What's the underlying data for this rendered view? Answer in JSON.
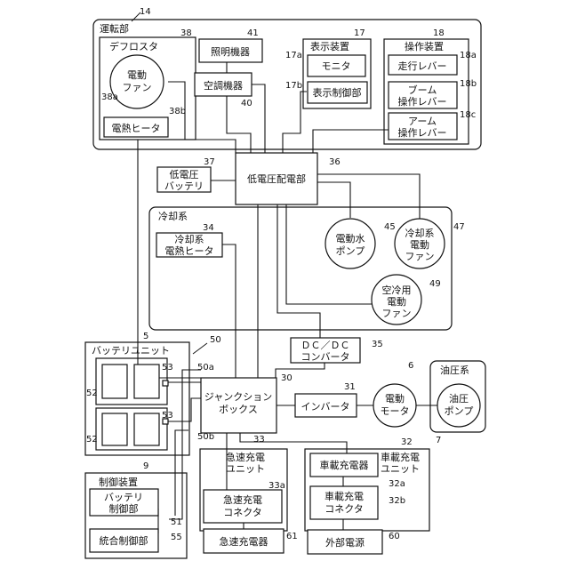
{
  "operator_unit": {
    "label": "運転部",
    "ref": "14"
  },
  "defroster": {
    "label": "デフロスタ",
    "ref": "38"
  },
  "electric_fan_38a": {
    "line1": "電動",
    "line2": "ファン",
    "ref": "38a"
  },
  "heater_38b": {
    "label": "電熱ヒータ",
    "ref": "38b"
  },
  "lighting": {
    "label": "照明機器",
    "ref": "41"
  },
  "aircon": {
    "label": "空調機器",
    "ref": "40"
  },
  "display_device": {
    "label": "表示装置",
    "ref": "17"
  },
  "monitor": {
    "label": "モニタ",
    "ref": "17a"
  },
  "display_controller": {
    "label": "表示制御部",
    "ref": "17b"
  },
  "operation_device": {
    "label": "操作装置",
    "ref": "18"
  },
  "travel_lever": {
    "label": "走行レバー",
    "ref": "18a"
  },
  "boom_lever": {
    "line1": "ブーム",
    "line2": "操作レバー",
    "ref": "18b"
  },
  "arm_lever": {
    "line1": "アーム",
    "line2": "操作レバー",
    "ref": "18c"
  },
  "lv_battery": {
    "line1": "低電圧",
    "line2": "バッテリ",
    "ref": "37"
  },
  "lv_distributor": {
    "label": "低電圧配電部",
    "ref": "36"
  },
  "cooling_system": {
    "label": "冷却系"
  },
  "cooling_heater": {
    "line1": "冷却系",
    "line2": "電熱ヒータ",
    "ref": "34"
  },
  "water_pump": {
    "line1": "電動水",
    "line2": "ポンプ",
    "ref": "45"
  },
  "cooling_fan": {
    "line1": "冷却系",
    "line2": "電動",
    "line3": "ファン",
    "ref": "47"
  },
  "ac_fan": {
    "line1": "空冷用",
    "line2": "電動",
    "line3": "ファン",
    "ref": "49"
  },
  "dcdc": {
    "line1": "ＤＣ／ＤＣ",
    "line2": "コンバータ",
    "ref": "35"
  },
  "battery_unit": {
    "label": "バッテリユニット",
    "ref": "5",
    "modules_ref": "52",
    "switch_ref": "53",
    "ref_50": "50",
    "ref_50a": "50a",
    "ref_50b": "50b"
  },
  "junction_box": {
    "line1": "ジャンクション",
    "line2": "ボックス",
    "ref": "30"
  },
  "inverter": {
    "label": "インバータ",
    "ref": "31"
  },
  "motor": {
    "line1": "電動",
    "line2": "モータ",
    "ref": "6"
  },
  "hydraulic_system": {
    "label": "油圧系"
  },
  "hydraulic_pump": {
    "line1": "油圧",
    "line2": "ポンプ",
    "ref": "7"
  },
  "control_device": {
    "label": "制御装置",
    "ref": "9"
  },
  "battery_controller": {
    "line1": "バッテリ",
    "line2": "制御部",
    "ref": "51"
  },
  "integrated_controller": {
    "label": "統合制御部",
    "ref": "55"
  },
  "quick_charge_unit": {
    "line1": "急速充電",
    "line2": "ユニット",
    "ref": "33"
  },
  "quick_connector": {
    "line1": "急速充電",
    "line2": "コネクタ",
    "ref": "33a"
  },
  "quick_charger": {
    "label": "急速充電器",
    "ref": "61"
  },
  "onboard_charge_unit": {
    "line1": "車載充電",
    "line2": "ユニット",
    "ref": "32"
  },
  "onboard_charger": {
    "label": "車載充電器",
    "ref": "32a"
  },
  "onboard_connector": {
    "line1": "車載充電",
    "line2": "コネクタ",
    "ref": "32b"
  },
  "external_power": {
    "label": "外部電源",
    "ref": "60"
  }
}
